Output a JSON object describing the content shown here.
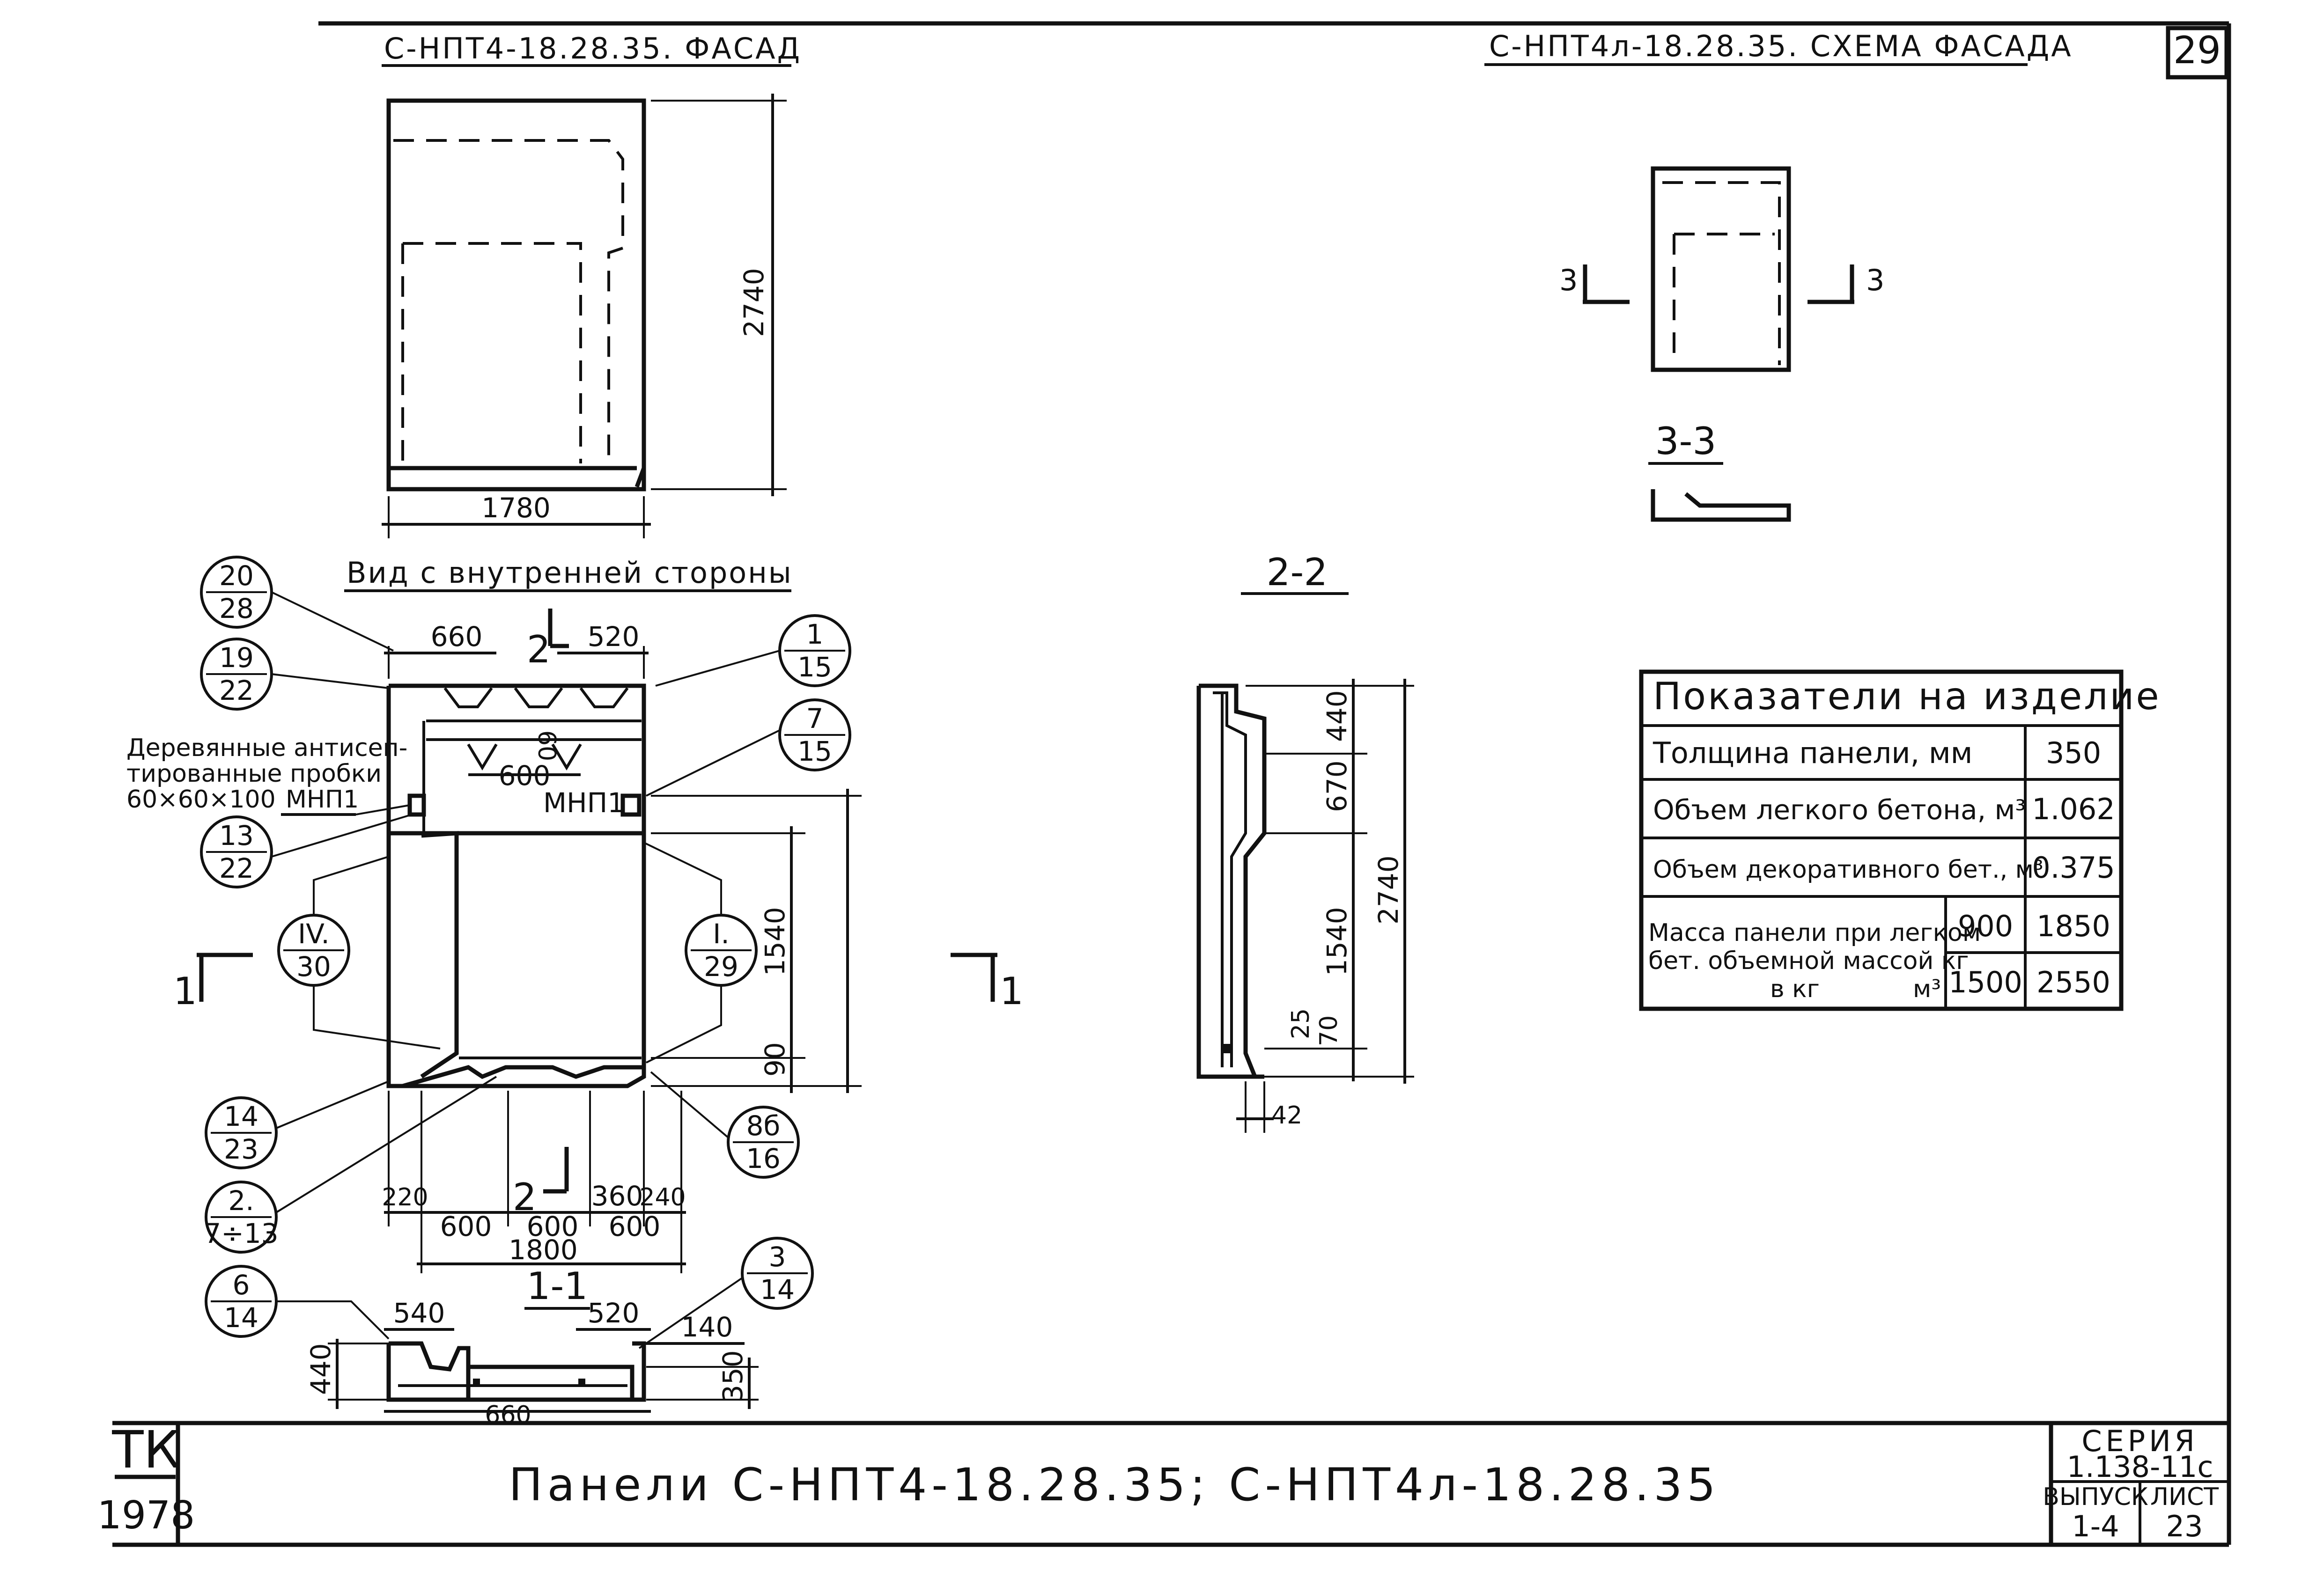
{
  "sheet": {
    "sheet_corner_number": "29",
    "stamp": {
      "org": "ТК",
      "year": "1978"
    },
    "title": "Панели  С-НПТ4-18.28.35;  С-НПТ4л-18.28.35",
    "series_label": "СЕРИЯ",
    "series_number": "1.138-11с",
    "issue_label": "ВЫПУСК",
    "issue_value": "1-4",
    "sheet_label": "ЛИСТ",
    "sheet_value": "23"
  },
  "facade": {
    "title": "С-НПТ4-18.28.35. ФАСАД",
    "height_dim": "2740",
    "width_dim": "1780"
  },
  "facade_scheme": {
    "title": "С-НПТ4л-18.28.35. СХЕМА ФАСАДА",
    "cut_left": "3",
    "cut_right": "3",
    "section_title": "3-3"
  },
  "inner_view": {
    "title": "Вид с внутренней стороны",
    "note_lines": [
      "Деревянные антисеп-",
      "тированные пробки",
      "60×60×100"
    ],
    "note_mark": "МНП1",
    "mnp_label": "МНП1",
    "cut_mark_top": "2",
    "cut_mark_bottom": "2",
    "cut_left": "1",
    "cut_right": "1",
    "dims": {
      "top_left": "660",
      "top_right": "520",
      "top_inner": "600",
      "vertical_small": "60",
      "right_1540": "1540",
      "right_90": "90",
      "bottom_220": "220",
      "bottom_600a": "600",
      "bottom_600b": "600",
      "bottom_360": "360",
      "bottom_240": "240",
      "bottom_600c": "600",
      "bottom_total": "1800"
    },
    "callouts": [
      {
        "top": "20",
        "bottom": "28"
      },
      {
        "top": "19",
        "bottom": "22"
      },
      {
        "top": "1",
        "bottom": "15"
      },
      {
        "top": "7",
        "bottom": "15"
      },
      {
        "top": "13",
        "bottom": "22"
      },
      {
        "top": "IV.",
        "bottom": "30"
      },
      {
        "top": "I.",
        "bottom": "29"
      },
      {
        "top": "14",
        "bottom": "23"
      },
      {
        "top": "8б",
        "bottom": "16"
      },
      {
        "top": "2.",
        "bottom": "7÷13"
      },
      {
        "top": "6",
        "bottom": "14"
      },
      {
        "top": "3",
        "bottom": "14"
      }
    ]
  },
  "section_1_1": {
    "title": "1-1",
    "dims": {
      "d540": "540",
      "d520": "520",
      "d140": "140",
      "d440": "440",
      "d350": "350",
      "d660": "660"
    }
  },
  "section_2_2": {
    "title": "2-2",
    "dims": {
      "d440": "440",
      "d670": "670",
      "d1540": "1540",
      "d2740": "2740",
      "d25": "25",
      "d70": "70",
      "d42": "42"
    }
  },
  "indicators": {
    "title": "Показатели на изделие",
    "rows": [
      {
        "label": "Толщина панели,   мм",
        "value": "350"
      },
      {
        "label": "Объем легкого бетона, м³",
        "value": "1.062"
      },
      {
        "label": "Объем декоративного бет., м³",
        "value": "0.375"
      }
    ],
    "mass": {
      "label_lines": [
        "Масса панели при легком",
        "бет. объемной массой кг",
        "в кг"
      ],
      "unit": "м³",
      "entries": [
        {
          "density": "900",
          "mass": "1850"
        },
        {
          "density": "1500",
          "mass": "2550"
        }
      ]
    }
  }
}
